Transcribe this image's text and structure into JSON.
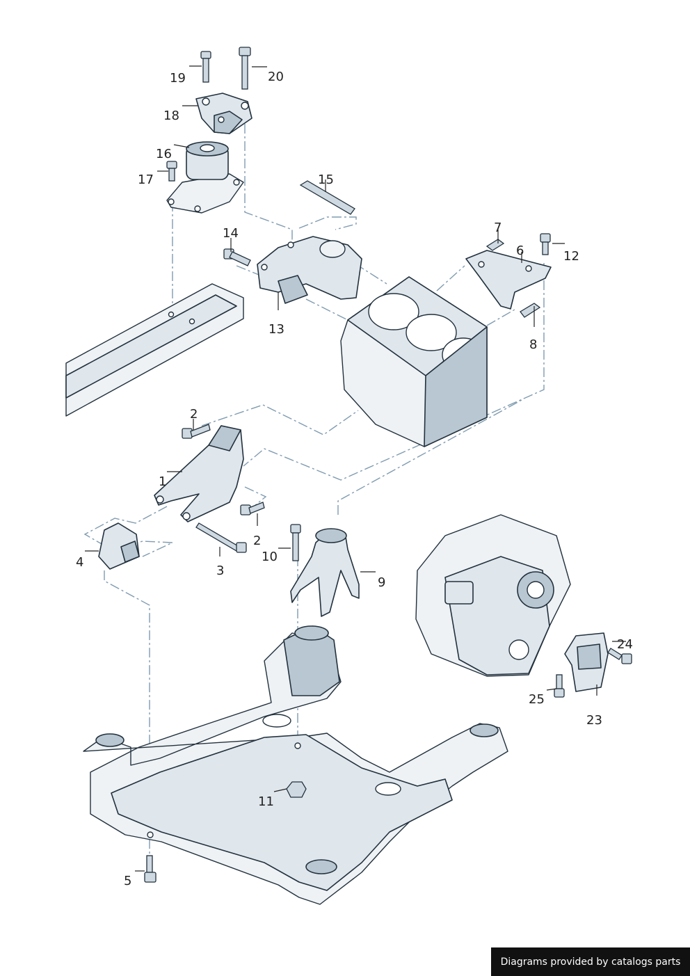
{
  "callouts": [
    "1",
    "2",
    "2",
    "3",
    "4",
    "5",
    "6",
    "7",
    "8",
    "9",
    "10",
    "11",
    "12",
    "13",
    "14",
    "15",
    "16",
    "17",
    "18",
    "19",
    "20",
    "23",
    "24",
    "25"
  ],
  "credit": "Diagrams provided by catalogs parts"
}
